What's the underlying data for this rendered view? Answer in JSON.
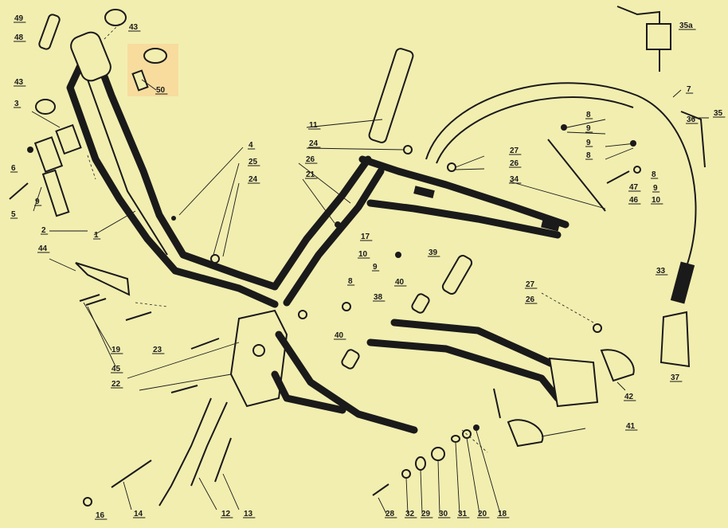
{
  "colors": {
    "background": "#f2eeb0",
    "ink": "#1a1a1a",
    "highlight": "#f7dc9e"
  },
  "callouts": [
    {
      "id": "49",
      "text": "49"
    },
    {
      "id": "48",
      "text": "48"
    },
    {
      "id": "43a",
      "text": "43"
    },
    {
      "id": "43b",
      "text": "43"
    },
    {
      "id": "3",
      "text": "3"
    },
    {
      "id": "50",
      "text": "50"
    },
    {
      "id": "6",
      "text": "6"
    },
    {
      "id": "5",
      "text": "5"
    },
    {
      "id": "9a",
      "text": "9"
    },
    {
      "id": "2",
      "text": "2"
    },
    {
      "id": "1",
      "text": "1"
    },
    {
      "id": "44",
      "text": "44"
    },
    {
      "id": "4",
      "text": "4"
    },
    {
      "id": "25",
      "text": "25"
    },
    {
      "id": "24a",
      "text": "24"
    },
    {
      "id": "11",
      "text": "11"
    },
    {
      "id": "24b",
      "text": "24"
    },
    {
      "id": "26a",
      "text": "26"
    },
    {
      "id": "21",
      "text": "21"
    },
    {
      "id": "17",
      "text": "17"
    },
    {
      "id": "10a",
      "text": "10"
    },
    {
      "id": "9b",
      "text": "9"
    },
    {
      "id": "8a",
      "text": "8"
    },
    {
      "id": "27a",
      "text": "27"
    },
    {
      "id": "26b",
      "text": "26"
    },
    {
      "id": "34",
      "text": "34"
    },
    {
      "id": "8b",
      "text": "8"
    },
    {
      "id": "9c",
      "text": "9"
    },
    {
      "id": "9d",
      "text": "9"
    },
    {
      "id": "8c",
      "text": "8"
    },
    {
      "id": "8d",
      "text": "8"
    },
    {
      "id": "47",
      "text": "47"
    },
    {
      "id": "9e",
      "text": "9"
    },
    {
      "id": "46",
      "text": "46"
    },
    {
      "id": "10b",
      "text": "10"
    },
    {
      "id": "7",
      "text": "7"
    },
    {
      "id": "36",
      "text": "36"
    },
    {
      "id": "35",
      "text": "35"
    },
    {
      "id": "35a",
      "text": "35a"
    },
    {
      "id": "33",
      "text": "33"
    },
    {
      "id": "39",
      "text": "39"
    },
    {
      "id": "40a",
      "text": "40"
    },
    {
      "id": "38",
      "text": "38"
    },
    {
      "id": "40b",
      "text": "40"
    },
    {
      "id": "27b",
      "text": "27"
    },
    {
      "id": "26c",
      "text": "26"
    },
    {
      "id": "37",
      "text": "37"
    },
    {
      "id": "42",
      "text": "42"
    },
    {
      "id": "41",
      "text": "41"
    },
    {
      "id": "19",
      "text": "19"
    },
    {
      "id": "45",
      "text": "45"
    },
    {
      "id": "23",
      "text": "23"
    },
    {
      "id": "22",
      "text": "22"
    },
    {
      "id": "14",
      "text": "14"
    },
    {
      "id": "16",
      "text": "16"
    },
    {
      "id": "12",
      "text": "12"
    },
    {
      "id": "13",
      "text": "13"
    },
    {
      "id": "28",
      "text": "28"
    },
    {
      "id": "32",
      "text": "32"
    },
    {
      "id": "29",
      "text": "29"
    },
    {
      "id": "30",
      "text": "30"
    },
    {
      "id": "31",
      "text": "31"
    },
    {
      "id": "20",
      "text": "20"
    },
    {
      "id": "18",
      "text": "18"
    }
  ]
}
